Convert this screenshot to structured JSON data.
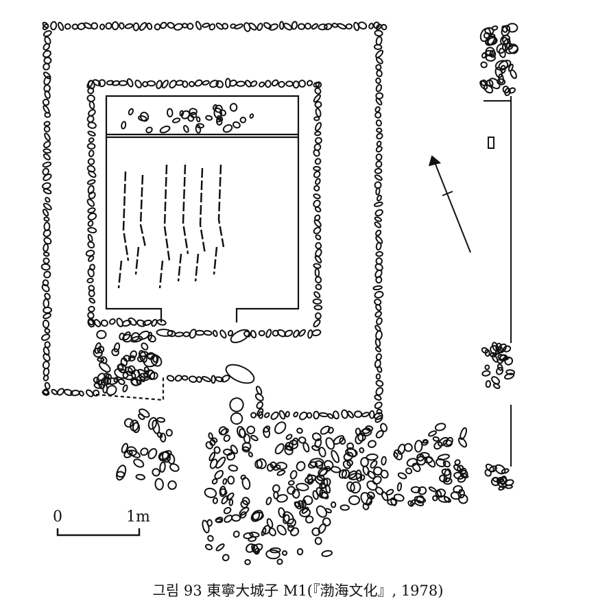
{
  "figure": {
    "caption": "그림 93  東寧大城子 M1(『渤海文化』, 1978)",
    "scale_bar": {
      "start_label": "0",
      "end_label": "1m"
    },
    "north_arrow": "north-arrow-icon"
  }
}
